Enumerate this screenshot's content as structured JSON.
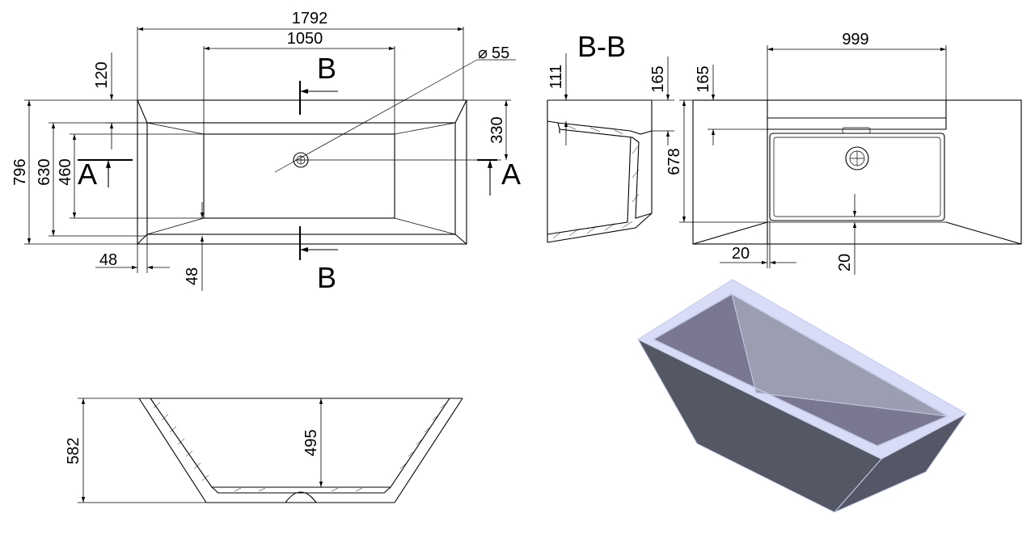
{
  "dimensions": {
    "top_view": {
      "length": "1792",
      "inner_length": "1050",
      "drain_diameter": "55",
      "rim_offset": "120",
      "width": "796",
      "width_mid": "630",
      "inner_width": "460",
      "drain_offset": "330",
      "rim_left": "48",
      "rim_bottom": "48"
    },
    "section_bb": {
      "left_rim": "111",
      "right_rim": "165"
    },
    "end_view": {
      "width": "999",
      "rim": "165",
      "height": "678",
      "offset_left": "20",
      "offset_bottom": "20"
    },
    "side_section": {
      "total_height": "582",
      "inner_depth": "495"
    }
  },
  "section_labels": {
    "a": "A",
    "b": "B",
    "bb_title": "B-B"
  },
  "diameter_symbol": "⌀",
  "colors": {
    "rim_top": "#d8dcf6",
    "inner_wall": "#7a7891",
    "inner_floor": "#9a9eb0",
    "outer_side": "#535864",
    "outer_end": "#555766",
    "edge": "#c4c9e6"
  }
}
